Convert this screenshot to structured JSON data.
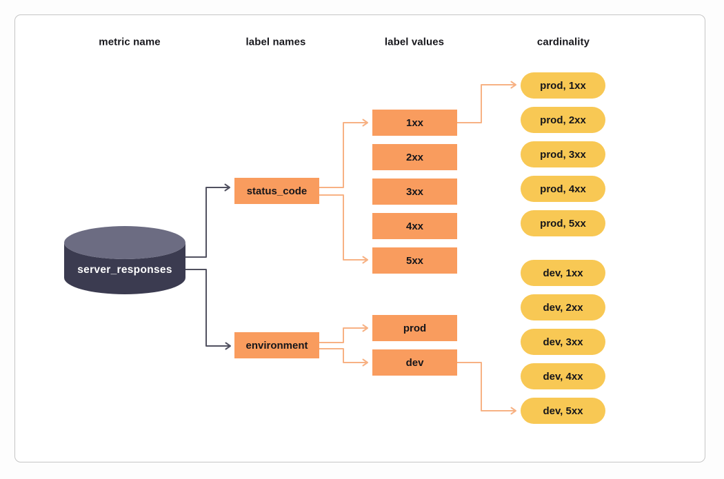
{
  "columns": [
    {
      "label": "metric name"
    },
    {
      "label": "label names"
    },
    {
      "label": "label values"
    },
    {
      "label": "cardinality"
    }
  ],
  "metric": {
    "name": "server_responses"
  },
  "label_names": [
    "status_code",
    "environment"
  ],
  "label_values": {
    "status_code": [
      "1xx",
      "2xx",
      "3xx",
      "4xx",
      "5xx"
    ],
    "environment": [
      "prod",
      "dev"
    ]
  },
  "cardinality": [
    "prod, 1xx",
    "prod, 2xx",
    "prod, 3xx",
    "prod, 4xx",
    "prod, 5xx",
    "dev, 1xx",
    "dev, 2xx",
    "dev, 3xx",
    "dev, 4xx",
    "dev, 5xx"
  ],
  "icons": {
    "metric_shape": "database-cylinder-icon"
  },
  "colors": {
    "node_orange": "#F99C5E",
    "pill_yellow": "#F8C854",
    "connector_orange": "#F7B183",
    "connector_dark": "#50505F",
    "cylinder_body": "#3B3B50",
    "cylinder_top": "#6C6C82",
    "card_border": "#C5C5C5",
    "text_dark": "#15151A"
  }
}
